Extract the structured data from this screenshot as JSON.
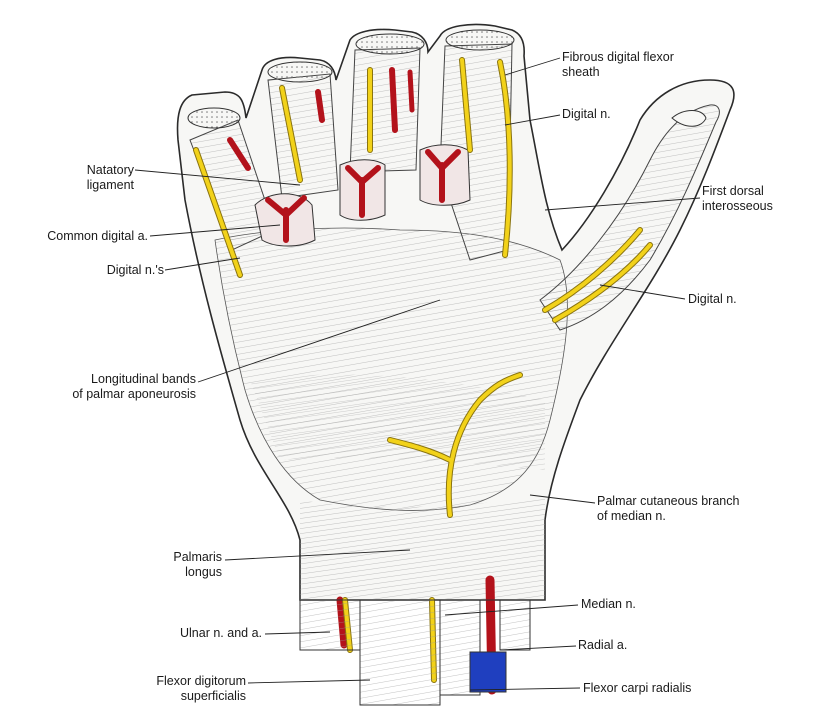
{
  "colors": {
    "artery": "#b3121b",
    "nerve": "#f2d21a",
    "nerve_edge": "#8a7410",
    "vein_blue": "#1f3fbf",
    "tissue": "#f4f4f2",
    "line": "#2b2b2b"
  },
  "labels": {
    "fibrous_sheath": "Fibrous digital flexor\nsheath",
    "digital_n_top": "Digital n.",
    "natatory": "Natatory\nligament",
    "first_dorsal": "First dorsal\ninterosseous",
    "common_digital_a": "Common digital a.",
    "digital_ns": "Digital n.'s",
    "digital_n_thumb": "Digital n.",
    "longitudinal": "Longitudinal bands\nof palmar aponeurosis",
    "palmar_cutaneous": "Palmar cutaneous branch\nof median n.",
    "palmaris_longus": "Palmaris\nlongus",
    "median_n": "Median n.",
    "ulnar": "Ulnar n. and a.",
    "radial_a": "Radial a.",
    "fds": "Flexor digitorum\nsuperficialis",
    "fcr": "Flexor carpi radialis"
  }
}
